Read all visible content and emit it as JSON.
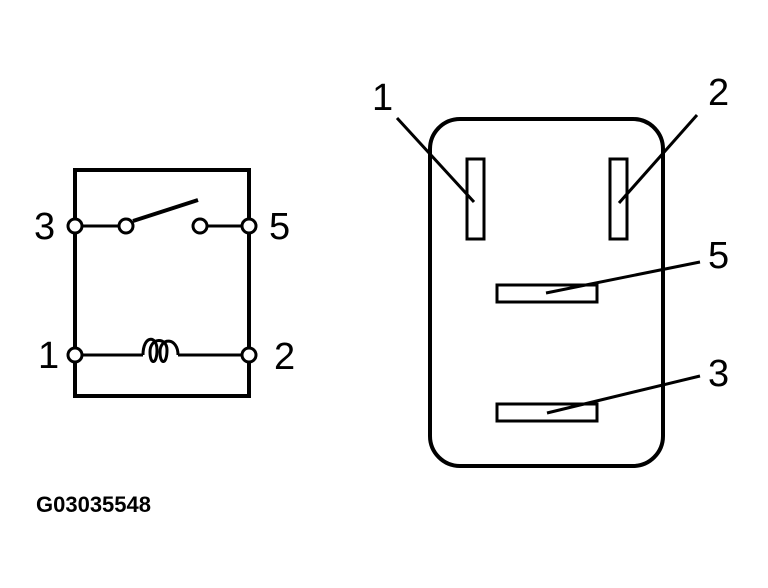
{
  "schematic": {
    "terminals": [
      {
        "id": "t3",
        "label": "3"
      },
      {
        "id": "t5",
        "label": "5"
      },
      {
        "id": "t1",
        "label": "1"
      },
      {
        "id": "t2",
        "label": "2"
      }
    ]
  },
  "connector": {
    "pins": [
      {
        "id": "p1",
        "label": "1"
      },
      {
        "id": "p2",
        "label": "2"
      },
      {
        "id": "p5",
        "label": "5"
      },
      {
        "id": "p3",
        "label": "3"
      }
    ]
  },
  "figure_code": "G03035548"
}
